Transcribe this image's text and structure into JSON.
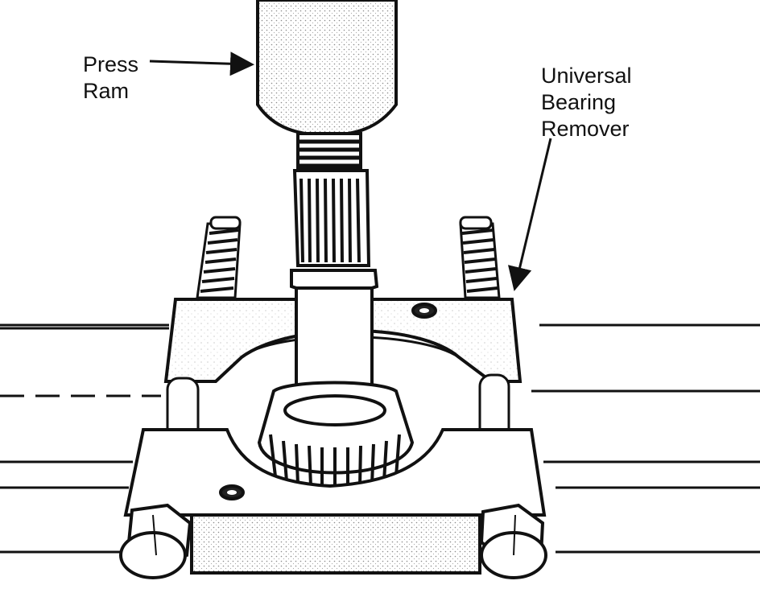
{
  "labels": {
    "press_ram": [
      "Press",
      "Ram"
    ],
    "bearing_remover": [
      "Universal",
      "Bearing",
      "Remover"
    ]
  },
  "colors": {
    "ink": "#111111",
    "paper": "#ffffff",
    "shade": "#9a9a9a"
  }
}
